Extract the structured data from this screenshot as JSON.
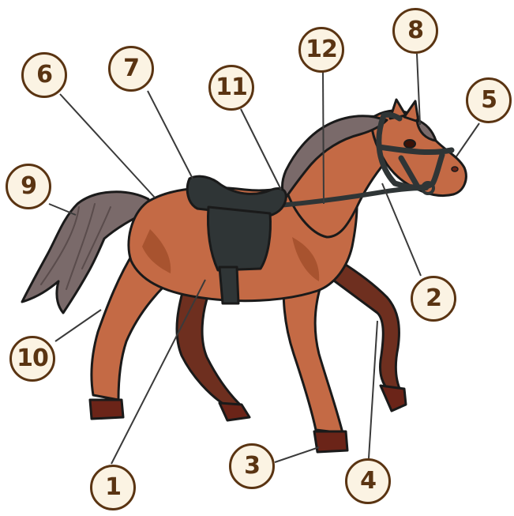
{
  "colors": {
    "body": "#c46a45",
    "body_shade": "#a8532f",
    "far_legs": "#6e2f1f",
    "hoof": "#6b2418",
    "mane_tail": "#7a6a6a",
    "tack": "#2f3536",
    "outline": "#1a1a1a",
    "badge_fill": "#fbf3e3",
    "badge_text": "#5a3412"
  },
  "callouts": [
    {
      "label": "1"
    },
    {
      "label": "2"
    },
    {
      "label": "3"
    },
    {
      "label": "4"
    },
    {
      "label": "5"
    },
    {
      "label": "6"
    },
    {
      "label": "7"
    },
    {
      "label": "8"
    },
    {
      "label": "9"
    },
    {
      "label": "10"
    },
    {
      "label": "11"
    },
    {
      "label": "12"
    }
  ]
}
